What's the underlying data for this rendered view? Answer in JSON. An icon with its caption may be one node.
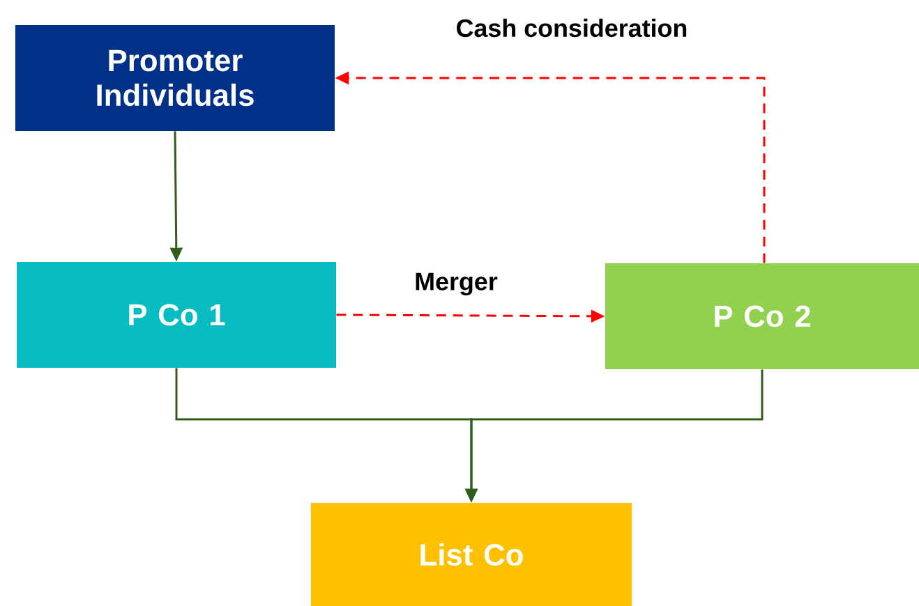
{
  "diagram": {
    "nodes": [
      {
        "text": [
          "Promoter Individuals"
        ]
      },
      {
        "text": [
          "P Co 1"
        ]
      },
      {
        "text": [
          "P Co 2"
        ]
      },
      {
        "text": [
          "List Co"
        ]
      }
    ],
    "edges": [
      {
        "from": 0,
        "to": 1,
        "arrow": "to"
      },
      {
        "from": 1,
        "to": 2,
        "arrow": "to",
        "label": "Merger",
        "style": "dashed",
        "color": "#ff0000"
      },
      {
        "from": 2,
        "to": 0,
        "arrow": "to",
        "label": "Cash consideration",
        "style": "dashed",
        "color": "#ff0000"
      },
      {
        "from": 1,
        "to": 3,
        "arrow": "to"
      },
      {
        "from": 2,
        "to": 3,
        "arrow": "to"
      }
    ]
  }
}
